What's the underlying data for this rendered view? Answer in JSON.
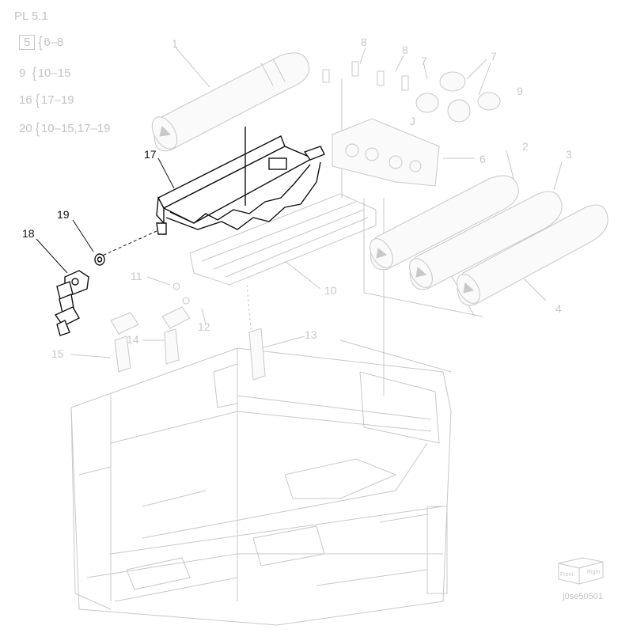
{
  "header": {
    "plate": "PL 5.1",
    "groups": [
      {
        "label": "5",
        "boxed": true,
        "range": "6–8"
      },
      {
        "label": "9",
        "boxed": false,
        "range": "10–15"
      },
      {
        "label": "16",
        "boxed": false,
        "range": "17–19"
      },
      {
        "label": "20",
        "boxed": false,
        "range": "10–15,17–19"
      }
    ]
  },
  "callouts": {
    "c1": "1",
    "c2": "2",
    "c3": "3",
    "c4": "4",
    "c6": "6",
    "c7a": "7",
    "c7b": "7",
    "c8a": "8",
    "c8b": "8",
    "c9": "9",
    "c10": "10",
    "c11": "11",
    "c12": "12",
    "c13": "13",
    "c14": "14",
    "c15": "15",
    "c17": "17",
    "c18": "18",
    "c19": "19",
    "cJ": "J"
  },
  "front_label": "Front",
  "right_label": "Right",
  "image_code": "j0se50501",
  "colors": {
    "faint": "#c8c8c8",
    "dark": "#111111",
    "background": "#ffffff"
  }
}
